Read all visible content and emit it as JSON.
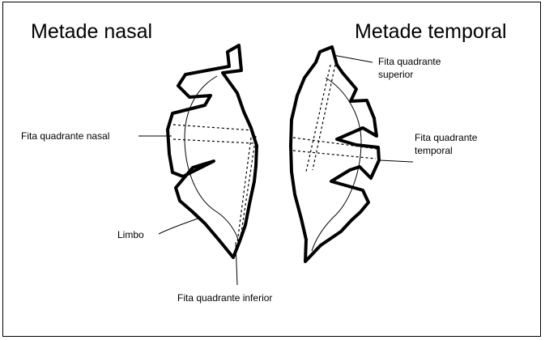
{
  "titles": {
    "nasal": "Metade nasal",
    "temporal": "Metade temporal"
  },
  "labels": {
    "fita_superior_line1": "Fita quadrante",
    "fita_superior_line2": "superior",
    "fita_nasal": "Fita quadrante nasal",
    "fita_temporal_line1": "Fita quadrante",
    "fita_temporal_line2": "temporal",
    "limbo": "Limbo",
    "fita_inferior": "Fita quadrante inferior"
  }
}
